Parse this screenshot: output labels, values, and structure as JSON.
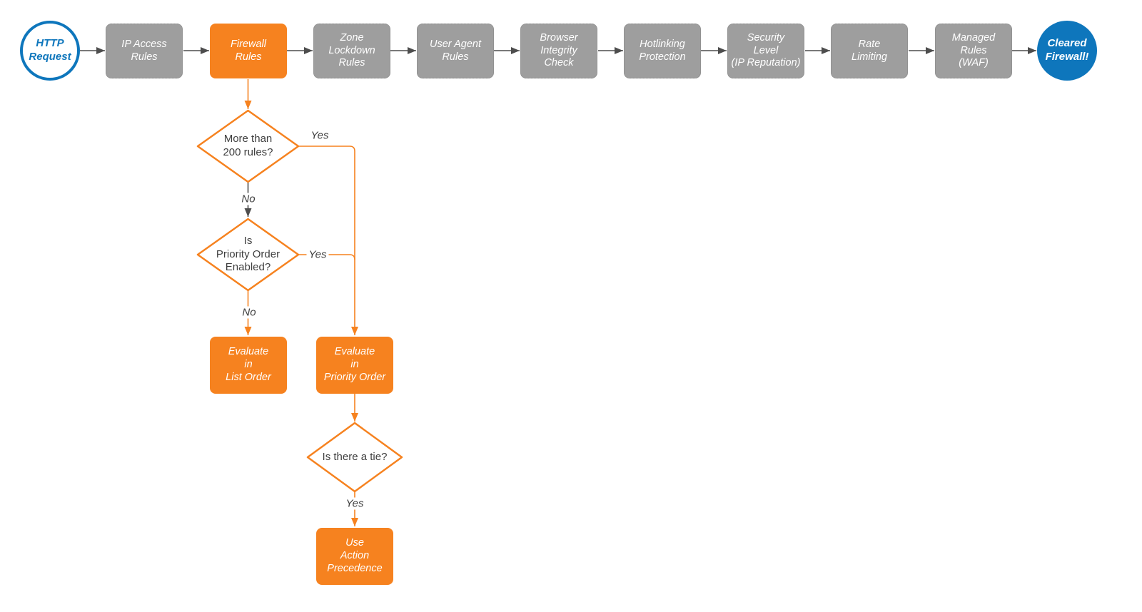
{
  "diagram": {
    "colors": {
      "orange": "#F6821F",
      "blue": "#0E76BC",
      "gray_box": "#9E9E9E",
      "arrow_gray": "#4D4D4D",
      "text_dark": "#3F3F3F"
    },
    "start": {
      "label": "HTTP\nRequest"
    },
    "end": {
      "label": "Cleared\nFirewall!"
    },
    "stages": [
      {
        "label": "IP Access\nRules",
        "highlight": false
      },
      {
        "label": "Firewall\nRules",
        "highlight": true
      },
      {
        "label": "Zone\nLockdown\nRules",
        "highlight": false
      },
      {
        "label": "User Agent\nRules",
        "highlight": false
      },
      {
        "label": "Browser\nIntegrity\nCheck",
        "highlight": false
      },
      {
        "label": "Hotlinking\nProtection",
        "highlight": false
      },
      {
        "label": "Security\nLevel\n(IP Reputation)",
        "highlight": false
      },
      {
        "label": "Rate\nLimiting",
        "highlight": false
      },
      {
        "label": "Managed\nRules\n(WAF)",
        "highlight": false
      }
    ],
    "decisions": [
      {
        "label": "More than\n200 rules?"
      },
      {
        "label": "Is\nPriority Order\nEnabled?"
      },
      {
        "label": "Is there a tie?"
      }
    ],
    "processes": [
      {
        "label": "Evaluate\nin\nList Order"
      },
      {
        "label": "Evaluate\nin\nPriority Order"
      },
      {
        "label": "Use\nAction\nPrecedence"
      }
    ],
    "edge_labels": {
      "d1_yes": "Yes",
      "d1_no": "No",
      "d2_yes": "Yes",
      "d2_no": "No",
      "d3_yes": "Yes"
    }
  }
}
